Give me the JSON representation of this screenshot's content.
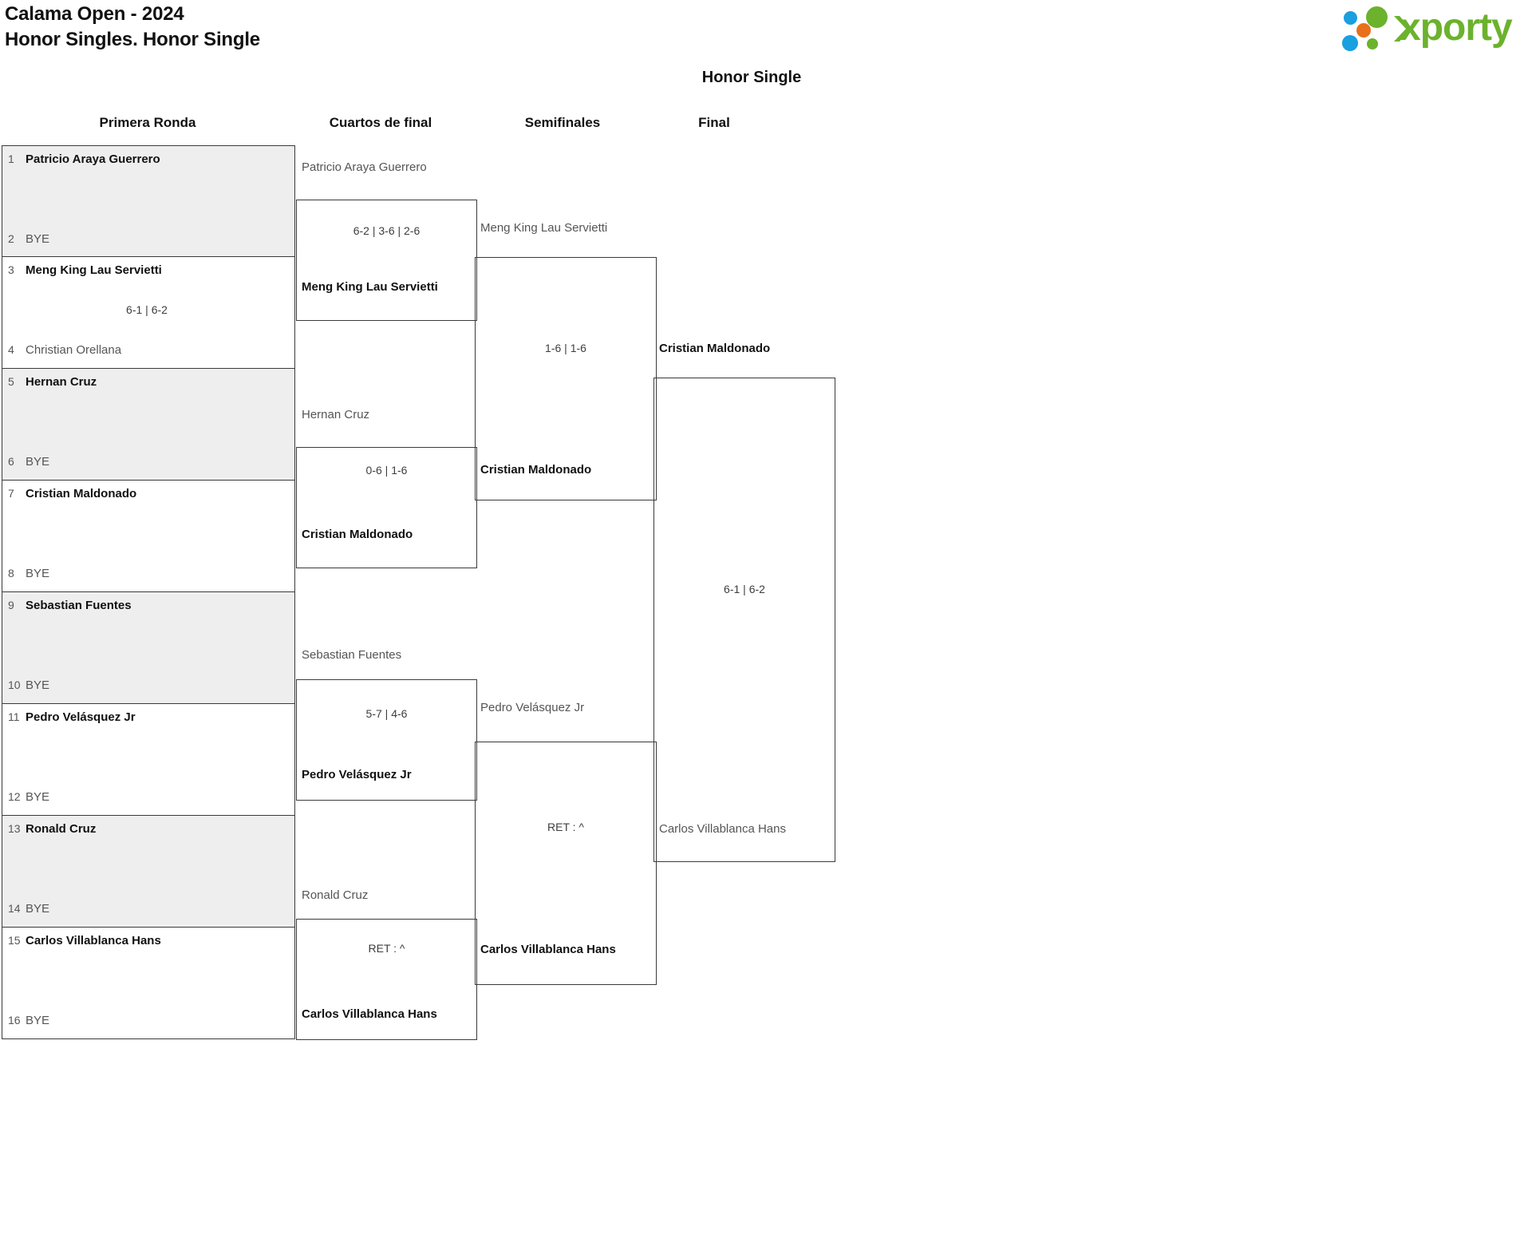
{
  "header": {
    "title_line1": "Calama Open - 2024",
    "title_line2": "Honor Singles. Honor Single",
    "logo_word": "xporty"
  },
  "bracket_title": "Honor Single",
  "rounds": [
    {
      "label": "Primera Ronda"
    },
    {
      "label": "Cuartos de final"
    },
    {
      "label": "Semifinales"
    },
    {
      "label": "Final"
    }
  ],
  "round1": {
    "entries": [
      {
        "seed": "1",
        "name": "Patricio Araya Guerrero",
        "state": "win"
      },
      {
        "seed": "2",
        "name": "BYE",
        "state": "bye"
      },
      {
        "seed": "3",
        "name": "Meng King Lau Servietti",
        "state": "win"
      },
      {
        "seed": "4",
        "name": "Christian Orellana",
        "state": "lose"
      },
      {
        "seed": "5",
        "name": "Hernan Cruz",
        "state": "win"
      },
      {
        "seed": "6",
        "name": "BYE",
        "state": "bye"
      },
      {
        "seed": "7",
        "name": "Cristian Maldonado",
        "state": "win"
      },
      {
        "seed": "8",
        "name": "BYE",
        "state": "bye"
      },
      {
        "seed": "9",
        "name": "Sebastian Fuentes",
        "state": "win"
      },
      {
        "seed": "10",
        "name": "BYE",
        "state": "bye"
      },
      {
        "seed": "11",
        "name": "Pedro Velásquez Jr",
        "state": "win"
      },
      {
        "seed": "12",
        "name": "BYE",
        "state": "bye"
      },
      {
        "seed": "13",
        "name": "Ronald Cruz",
        "state": "win"
      },
      {
        "seed": "14",
        "name": "BYE",
        "state": "bye"
      },
      {
        "seed": "15",
        "name": "Carlos Villablanca Hans",
        "state": "win"
      },
      {
        "seed": "16",
        "name": "BYE",
        "state": "bye"
      }
    ],
    "scores": [
      "",
      "6-1 | 6-2",
      "",
      "",
      "",
      "",
      "",
      ""
    ]
  },
  "quarterfinals": [
    {
      "top_name": "Patricio Araya Guerrero",
      "top_state": "lose",
      "bottom_name": "Meng King Lau Servietti",
      "bottom_state": "win",
      "score": "6-2 | 3-6 | 2-6"
    },
    {
      "top_name": "Hernan Cruz",
      "top_state": "lose",
      "bottom_name": "Cristian Maldonado",
      "bottom_state": "win",
      "score": "0-6 | 1-6"
    },
    {
      "top_name": "Sebastian Fuentes",
      "top_state": "lose",
      "bottom_name": "Pedro Velásquez Jr",
      "bottom_state": "win",
      "score": "5-7 | 4-6"
    },
    {
      "top_name": "Ronald Cruz",
      "top_state": "lose",
      "bottom_name": "Carlos Villablanca Hans",
      "bottom_state": "win",
      "score": "RET : ^"
    }
  ],
  "semifinals": [
    {
      "top_name": "Meng King Lau Servietti",
      "top_state": "lose",
      "bottom_name": "Cristian Maldonado",
      "bottom_state": "win",
      "score": "1-6 | 1-6"
    },
    {
      "top_name": "Pedro Velásquez Jr",
      "top_state": "lose",
      "bottom_name": "Carlos Villablanca Hans",
      "bottom_state": "win",
      "score": "RET : ^"
    }
  ],
  "final": {
    "top_name": "Cristian Maldonado",
    "top_state": "win",
    "bottom_name": "Carlos Villablanca Hans",
    "bottom_state": "lose",
    "score": "6-1 | 6-2"
  }
}
